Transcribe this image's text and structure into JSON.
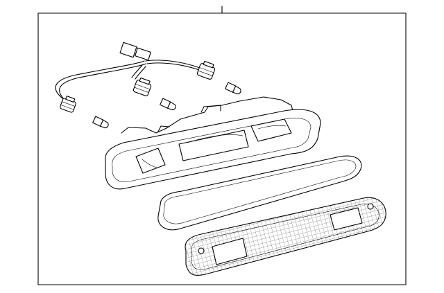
{
  "diagram": {
    "parts": [
      {
        "id": "wire-harness",
        "icon": "wire-harness-icon"
      },
      {
        "id": "socket-left",
        "icon": "bulb-socket-icon"
      },
      {
        "id": "socket-center",
        "icon": "bulb-socket-icon"
      },
      {
        "id": "socket-right",
        "icon": "bulb-socket-icon"
      },
      {
        "id": "bulb-left",
        "icon": "wedge-bulb-icon"
      },
      {
        "id": "bulb-center",
        "icon": "wedge-bulb-icon"
      },
      {
        "id": "bulb-right",
        "icon": "wedge-bulb-icon"
      },
      {
        "id": "lamp-housing",
        "icon": "lamp-housing-icon"
      },
      {
        "id": "lens-gasket",
        "icon": "gasket-icon"
      },
      {
        "id": "lamp-lens",
        "icon": "lens-icon"
      }
    ],
    "colors": {
      "stroke": "#000000",
      "background": "#ffffff"
    }
  }
}
